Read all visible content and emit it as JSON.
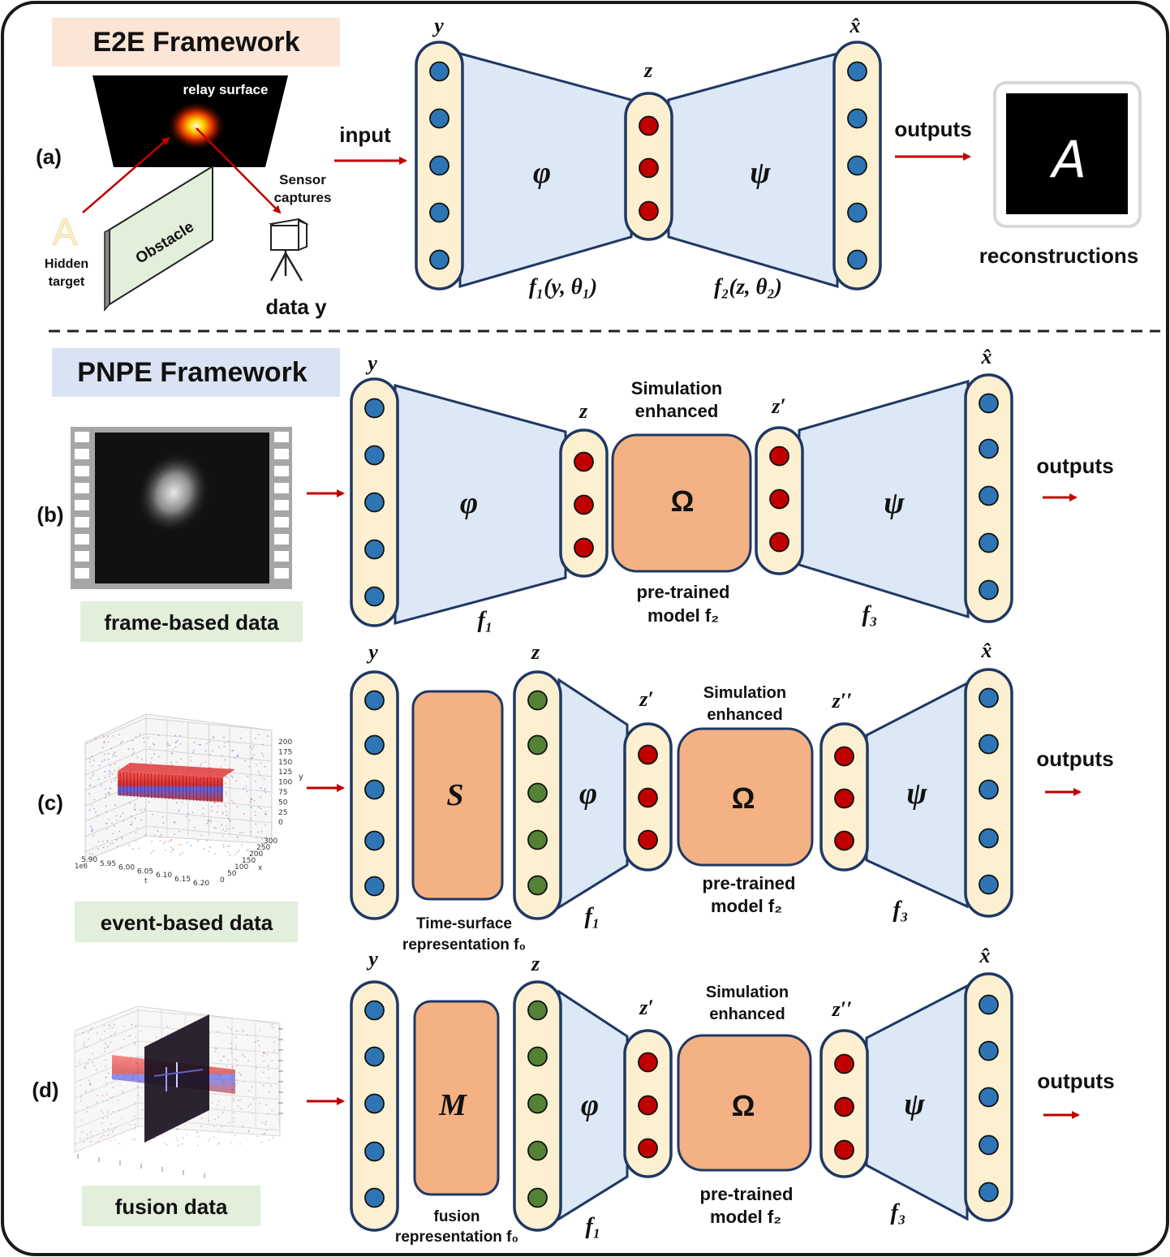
{
  "colors": {
    "frame_border": "#1a1a1a",
    "node_blue": "#2e75b6",
    "node_red": "#c00000",
    "node_green": "#548235",
    "column_fill": "#fdf0d0",
    "column_stroke": "#1f3864",
    "trapezoid_fill": "#dce8f5",
    "orange_box": "#f4b183",
    "arrow": "#c00000",
    "e2e_badge": "#fbe5d6",
    "pnpe_badge": "#dae3f3",
    "data_badge": "#e2efda"
  },
  "e2e": {
    "panel_label": "(a)",
    "title": "E2E Framework",
    "relay_surface": "relay surface",
    "sensor_line1": "Sensor",
    "sensor_line2": "captures",
    "obstacle": "Obstacle",
    "hidden_line1": "Hidden",
    "hidden_line2": "target",
    "target_letter": "A",
    "data_y": "data y",
    "input": "input",
    "outputs": "outputs",
    "reconstructions": "reconstructions",
    "recon_letter": "A",
    "y": "y",
    "z": "z",
    "xhat": "x̂",
    "phi": "φ",
    "psi": "ψ",
    "f1": "f₁(y, θ₁)",
    "f2": "f₂(z, θ₂)"
  },
  "pnpe": {
    "title": "PNPE Framework",
    "b": {
      "panel_label": "(b)",
      "data_label": "frame-based data",
      "y": "y",
      "z": "z",
      "zp": "z′",
      "xhat": "x̂",
      "phi": "φ",
      "psi": "ψ",
      "omega": "Ω",
      "sim_line1": "Simulation",
      "sim_line2": "enhanced",
      "pre_line1": "pre-trained",
      "pre_line2": "model f₂",
      "f1": "f₁",
      "f3": "f₃",
      "outputs": "outputs"
    },
    "c": {
      "panel_label": "(c)",
      "data_label": "event-based data",
      "y": "y",
      "z": "z",
      "zp": "z′",
      "zpp": "z′′",
      "xhat": "x̂",
      "S": "S",
      "phi": "φ",
      "psi": "ψ",
      "omega": "Ω",
      "ts_line1": "Time-surface",
      "ts_line2": "representation f₀",
      "sim_line1": "Simulation",
      "sim_line2": "enhanced",
      "pre_line1": "pre-trained",
      "pre_line2": "model f₂",
      "f1": "f₁",
      "f3": "f₃",
      "outputs": "outputs",
      "ticks_right": [
        "200",
        "175",
        "150",
        "125",
        "100",
        "75",
        "50",
        "25",
        "0"
      ],
      "axis_y": "y",
      "ticks_bottom": [
        "5.90",
        "5.95",
        "6.00",
        "6.05",
        "6.10",
        "6.15",
        "6.20"
      ],
      "ticks_depth": [
        "300",
        "250",
        "200",
        "150",
        "100",
        "50",
        "0"
      ],
      "exp": "1e6",
      "axis_t": "t",
      "axis_x": "x"
    },
    "d": {
      "panel_label": "(d)",
      "data_label": "fusion data",
      "y": "y",
      "z": "z",
      "zp": "z′",
      "zpp": "z′′",
      "xhat": "x̂",
      "M": "M",
      "phi": "φ",
      "psi": "ψ",
      "omega": "Ω",
      "fr_line1": "fusion",
      "fr_line2": "representation f₀",
      "sim_line1": "Simulation",
      "sim_line2": "enhanced",
      "pre_line1": "pre-trained",
      "pre_line2": "model f₂",
      "f1": "f₁",
      "f3": "f₃",
      "outputs": "outputs"
    }
  }
}
